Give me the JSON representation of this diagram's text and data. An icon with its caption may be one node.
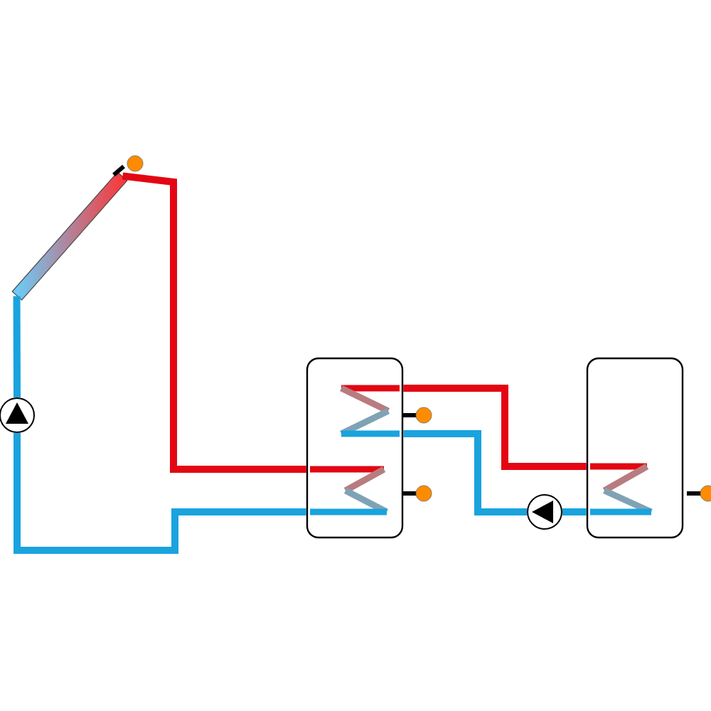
{
  "diagram": {
    "nodes": [
      {
        "text": [],
        "shape": "box"
      },
      {
        "text": [],
        "shape": "circle"
      },
      {
        "text": [],
        "shape": "cylinder"
      },
      {
        "text": [],
        "shape": "circle"
      },
      {
        "text": [],
        "shape": "cylinder"
      }
    ],
    "edges": [
      {
        "from": 0,
        "to": 2,
        "arrow": "none",
        "color": "#e30613"
      },
      {
        "from": 0,
        "to": 1,
        "arrow": "none"
      },
      {
        "from": 1,
        "to": 2,
        "arrow": "none"
      },
      {
        "from": 2,
        "to": 4,
        "arrow": "none",
        "color": "#e30613"
      },
      {
        "from": 2,
        "to": 3,
        "arrow": "none"
      },
      {
        "from": 3,
        "to": 4,
        "arrow": "none"
      }
    ]
  }
}
